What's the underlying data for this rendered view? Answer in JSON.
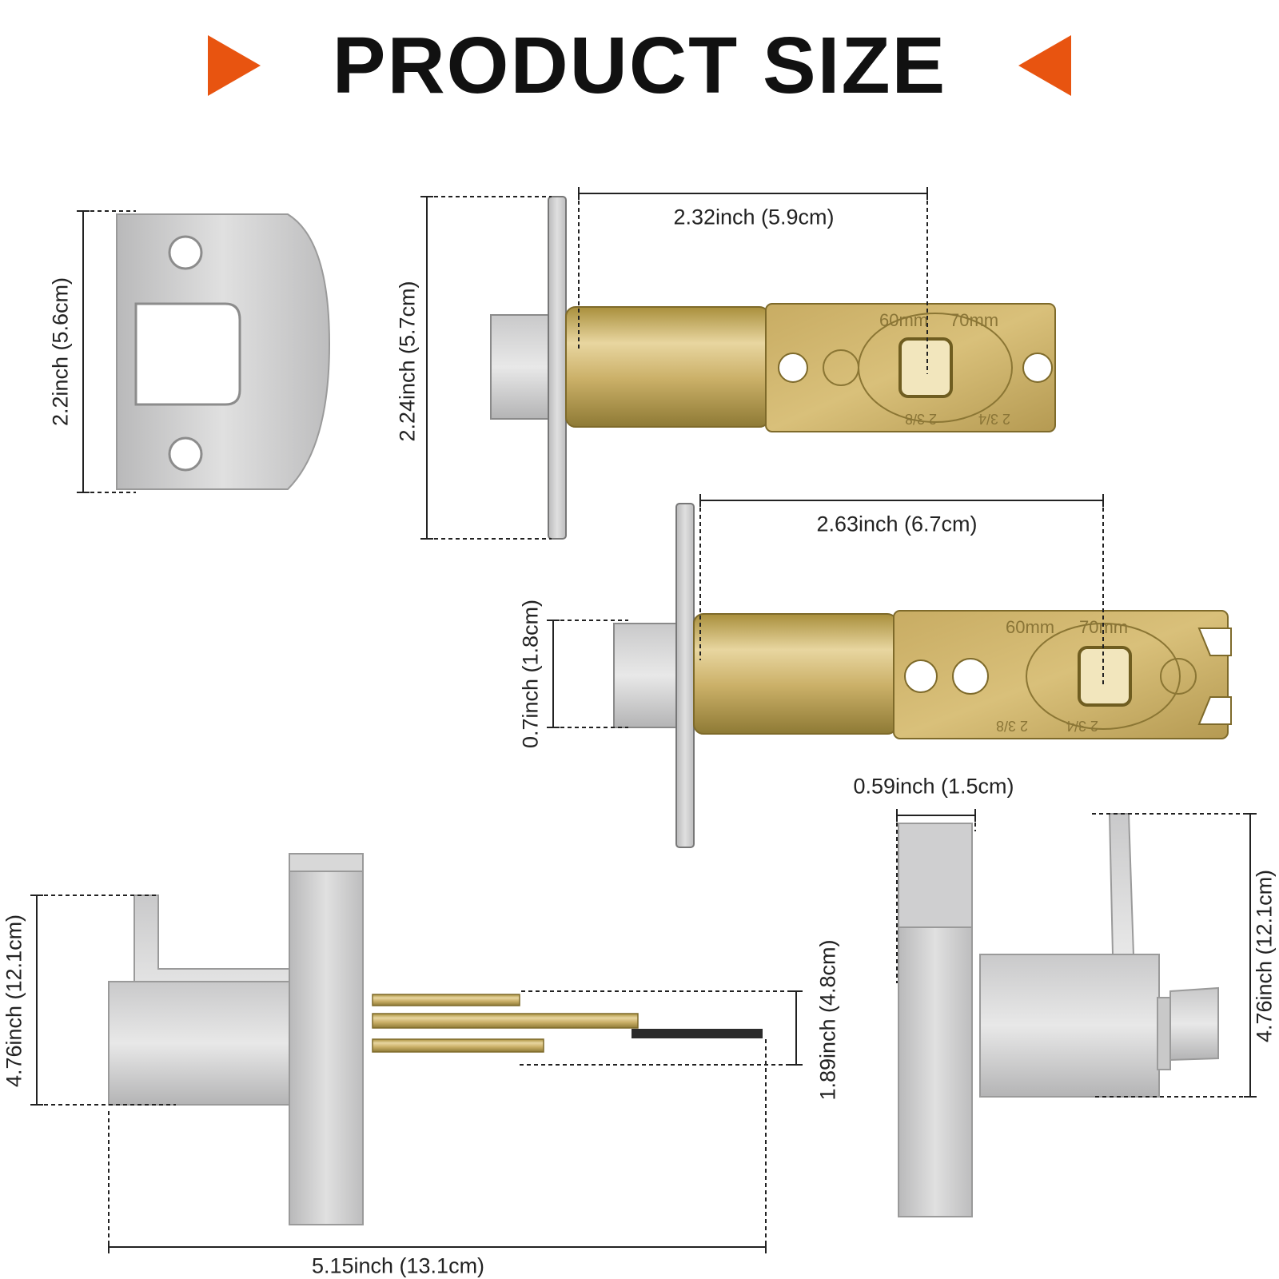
{
  "header": {
    "title": "PRODUCT SIZE",
    "arrow_color": "#e85410"
  },
  "strike_plate": {
    "height_label": "2.2inch (5.6cm)"
  },
  "latch_short": {
    "height_label": "2.24inch (5.7cm)",
    "backset_label": "2.32inch (5.9cm)",
    "stamp_60": "60mm",
    "stamp_70": "70mm",
    "stamp_a": "2 3/8",
    "stamp_b": "2 3/4"
  },
  "latch_long": {
    "backset_label": "2.63inch (6.7cm)",
    "bolt_label": "0.7inch (1.8cm)",
    "stamp_60": "60mm",
    "stamp_70": "70mm",
    "stamp_a": "2 3/8",
    "stamp_b": "2 3/4"
  },
  "lever_side": {
    "height_label": "4.76inch (12.1cm)",
    "spindle_label": "1.89inch (4.8cm)",
    "length_label": "5.15inch (13.1cm)"
  },
  "lever_front": {
    "rose_label": "0.59inch (1.5cm)",
    "height_label": "4.76inch (12.1cm)"
  }
}
